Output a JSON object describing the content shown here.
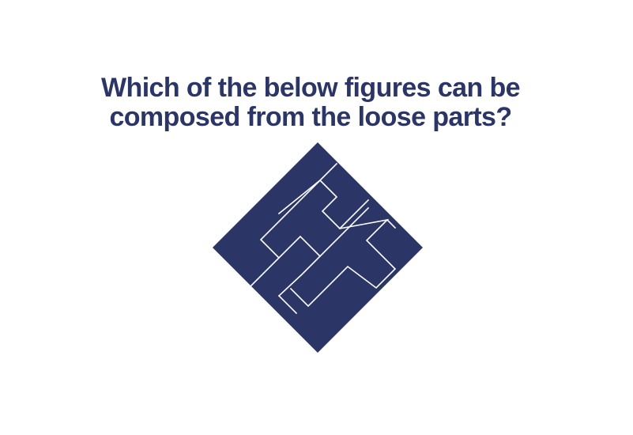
{
  "question": {
    "line1": "Which of the below figures can be",
    "line2": "composed from the loose parts?"
  },
  "colors": {
    "background": "#ffffff",
    "piece_fill": "#2b3566",
    "seam": "#ffffff"
  },
  "puzzle": {
    "shape": "diamond",
    "pieces": [
      {
        "name": "piece-top-left"
      },
      {
        "name": "piece-upper-middle"
      },
      {
        "name": "piece-lower-left"
      },
      {
        "name": "piece-center"
      },
      {
        "name": "piece-right"
      },
      {
        "name": "piece-bottom"
      }
    ]
  }
}
